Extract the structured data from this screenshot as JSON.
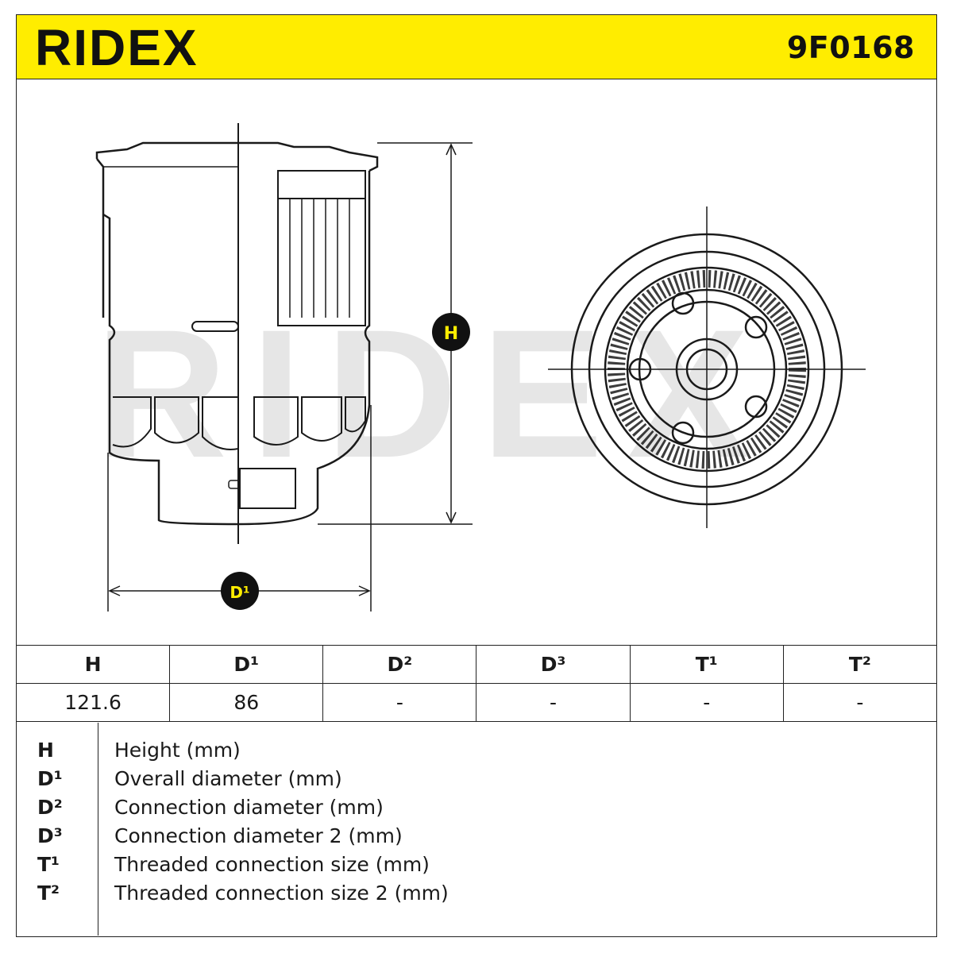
{
  "header": {
    "brand": "RIDEX",
    "part_number": "9F0168"
  },
  "drawing": {
    "height_marker": "H",
    "diameter_marker": "D¹",
    "watermark": "RIDEX"
  },
  "table": {
    "headers": [
      "H",
      "D¹",
      "D²",
      "D³",
      "T¹",
      "T²"
    ],
    "values": [
      "121.6",
      "86",
      "-",
      "-",
      "-",
      "-"
    ]
  },
  "legend": [
    {
      "code": "H",
      "text": "Height (mm)"
    },
    {
      "code": "D¹",
      "text": "Overall diameter (mm)"
    },
    {
      "code": "D²",
      "text": "Connection diameter (mm)"
    },
    {
      "code": "D³",
      "text": "Connection diameter 2 (mm)"
    },
    {
      "code": "T¹",
      "text": "Threaded connection size (mm)"
    },
    {
      "code": "T²",
      "text": "Threaded connection size 2 (mm)"
    }
  ],
  "colors": {
    "brand_yellow": "#ffed00",
    "ink": "#1a1a1a",
    "watermark": "#e6e6e6"
  }
}
